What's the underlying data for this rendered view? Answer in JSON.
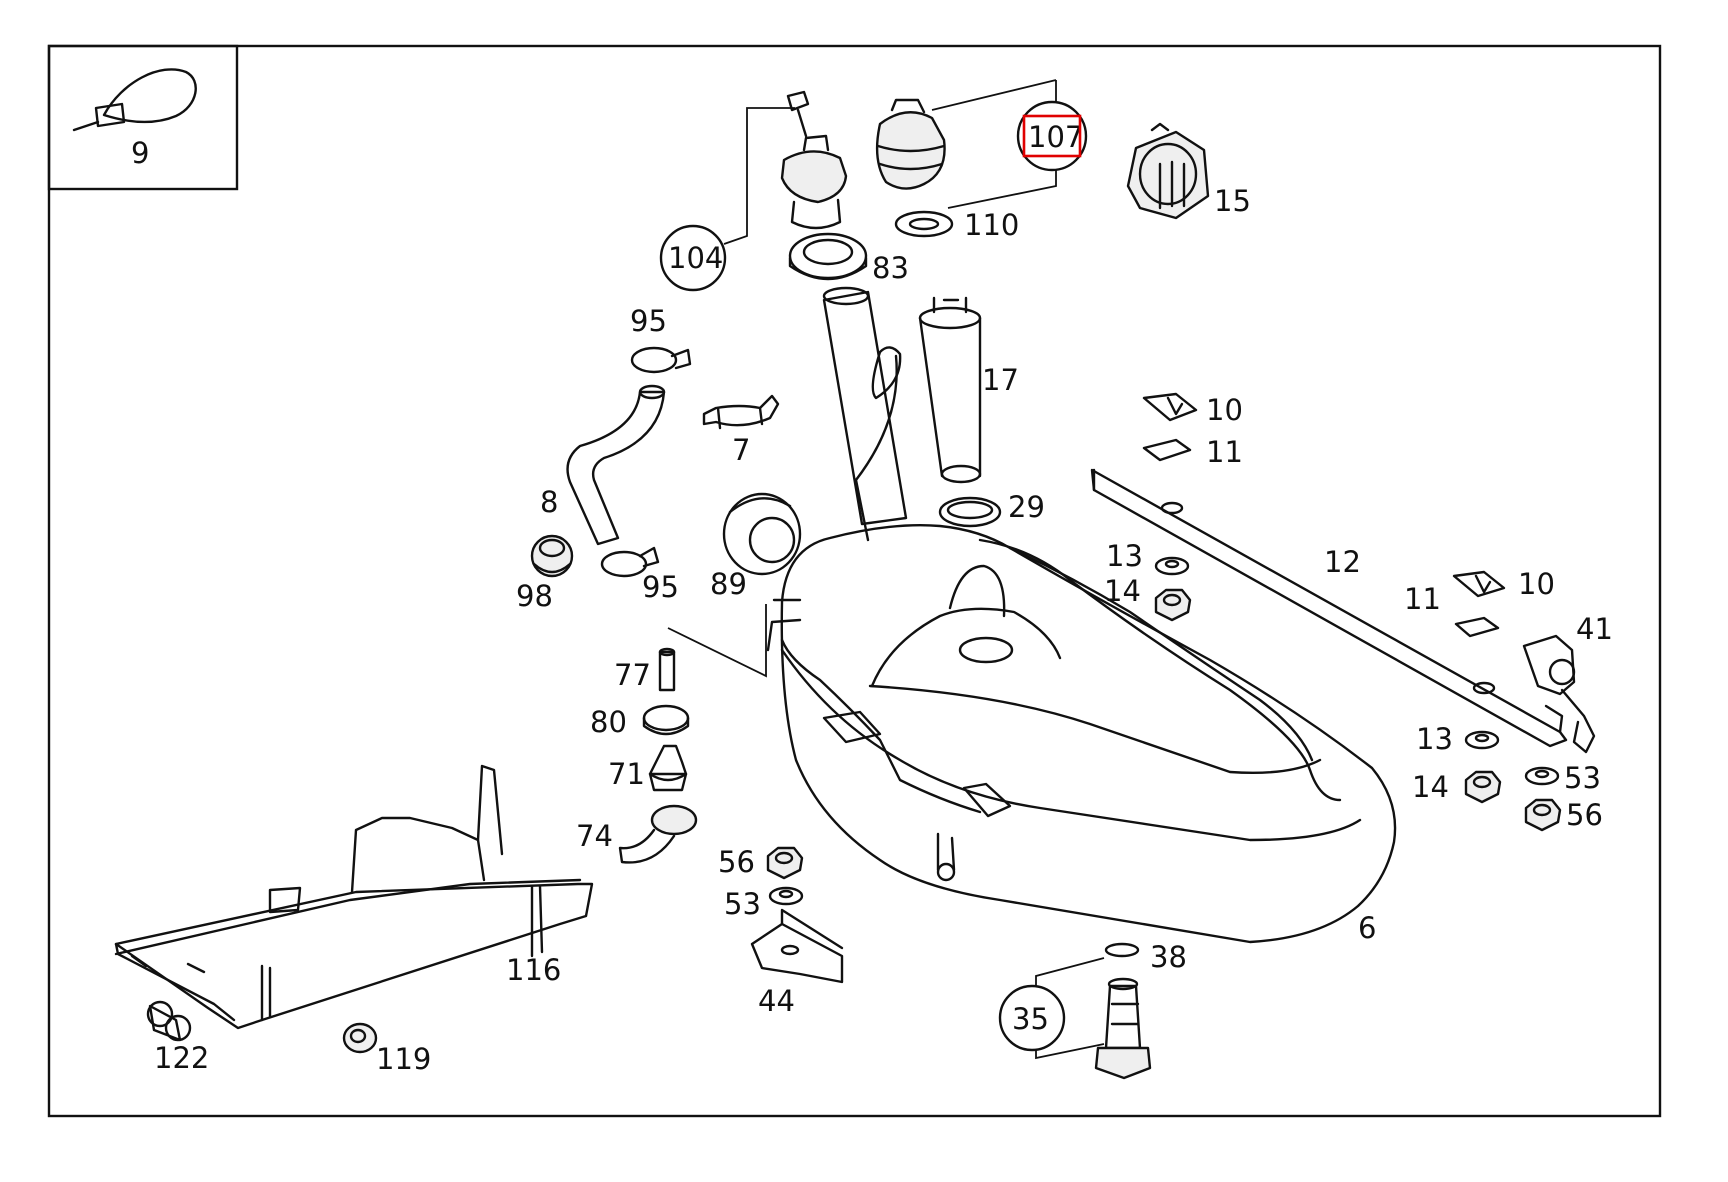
{
  "highlight_color": "#e00000",
  "labels": {
    "p9": "9",
    "p107": "107",
    "p104": "104",
    "p110": "110",
    "p83": "83",
    "p15": "15",
    "p17": "17",
    "p95a": "95",
    "p7": "7",
    "p8": "8",
    "p98": "98",
    "p95b": "95",
    "p89": "89",
    "p29": "29",
    "p10a": "10",
    "p11a": "11",
    "p12": "12",
    "p13a": "13",
    "p14a": "14",
    "p11b": "11",
    "p10b": "10",
    "p41": "41",
    "p77": "77",
    "p80": "80",
    "p71": "71",
    "p74": "74",
    "p56a": "56",
    "p53a": "53",
    "p44": "44",
    "p13b": "13",
    "p14b": "14",
    "p53b": "53",
    "p56b": "56",
    "p6": "6",
    "p38": "38",
    "p35": "35",
    "p116": "116",
    "p122": "122",
    "p119": "119"
  }
}
